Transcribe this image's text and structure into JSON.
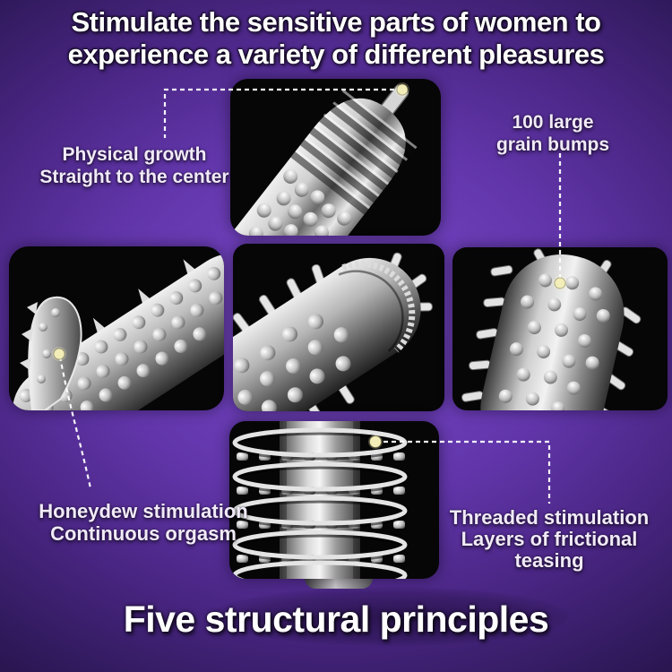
{
  "header": {
    "title_line1": "Stimulate the sensitive parts of women to",
    "title_line2": "experience a variety of different pleasures"
  },
  "callouts": {
    "physical_growth": {
      "line1": "Physical growth",
      "line2": "Straight to the center"
    },
    "grain_bumps": {
      "line1": "100 large",
      "line2": "grain bumps"
    },
    "honeydew": {
      "line1": "Honeydew stimulation",
      "line2": "Continuous orgasm"
    },
    "threaded": {
      "line1": "Threaded stimulation",
      "line2": "Layers of frictional",
      "line3": "teasing"
    }
  },
  "footer": {
    "title": "Five structural principles"
  },
  "photos": {
    "top": "ribbed-tip-with-bead-nub",
    "middle_left": "hook-finger-and-bumped-shaft",
    "middle_center": "dome-tip-with-spikes",
    "middle_right": "spiked-shaft-tip",
    "bottom": "threaded-ring-shaft"
  },
  "colors": {
    "background_center": "#7a49c9",
    "background_edge": "#221040",
    "panel": "#060606",
    "title_text": "#ffffff",
    "label_text": "#f1eaf8",
    "callout_line": "#ffffff",
    "callout_dot": "#f3eeb8"
  }
}
